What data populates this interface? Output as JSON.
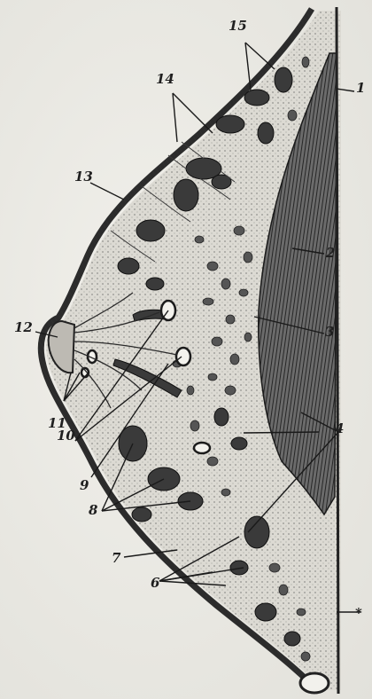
{
  "figure": {
    "labels": [
      "1",
      "2",
      "3",
      "4",
      "6",
      "7",
      "8",
      "9",
      "10",
      "11",
      "12",
      "13",
      "14",
      "15"
    ],
    "colors": {
      "ink": "#222222",
      "tissue": "#d8d6cf",
      "skin": "#2b2b2b",
      "paper": "#ecebe6"
    }
  }
}
